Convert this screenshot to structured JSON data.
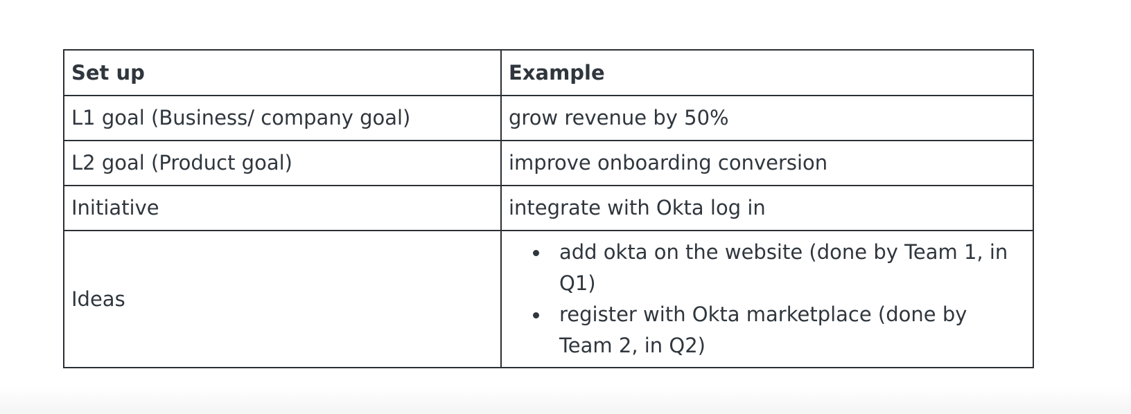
{
  "table": {
    "headers": {
      "setup": "Set up",
      "example": "Example"
    },
    "rows": [
      {
        "setup": "L1 goal (Business/ company goal)",
        "example": "grow revenue by 50%"
      },
      {
        "setup": "L2 goal (Product goal)",
        "example": "improve onboarding conversion"
      },
      {
        "setup": "Initiative",
        "example": "integrate with Okta log in"
      }
    ],
    "ideas_row": {
      "setup": "Ideas",
      "items": [
        "add okta on the website (done by Team 1, in Q1)",
        "register with Okta marketplace (done by Team 2, in Q2)"
      ]
    }
  }
}
